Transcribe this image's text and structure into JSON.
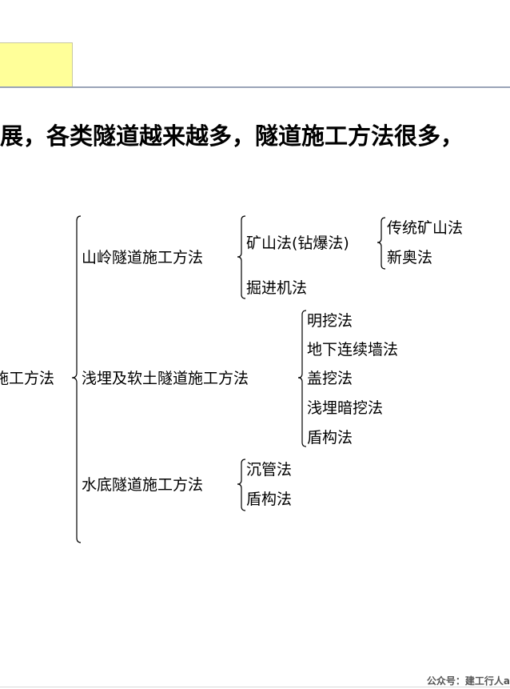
{
  "heading": "展，各类隧道越来越多，隧道施工方法很多，",
  "tree": {
    "root": "施工方法",
    "mountain": {
      "label": "山岭隧道施工方法",
      "mining": {
        "label": "矿山法(钻爆法)",
        "traditional": "传统矿山法",
        "natm": "新奥法"
      },
      "tbm": "掘进机法"
    },
    "shallow": {
      "label": "浅埋及软土隧道施工方法",
      "items": [
        "明挖法",
        "地下连续墙法",
        "盖挖法",
        "浅埋暗挖法",
        "盾构法"
      ]
    },
    "underwater": {
      "label": "水底隧道施工方法",
      "items": [
        "沉管法",
        "盾构法"
      ]
    }
  },
  "watermark": "公众号：建工行人a"
}
